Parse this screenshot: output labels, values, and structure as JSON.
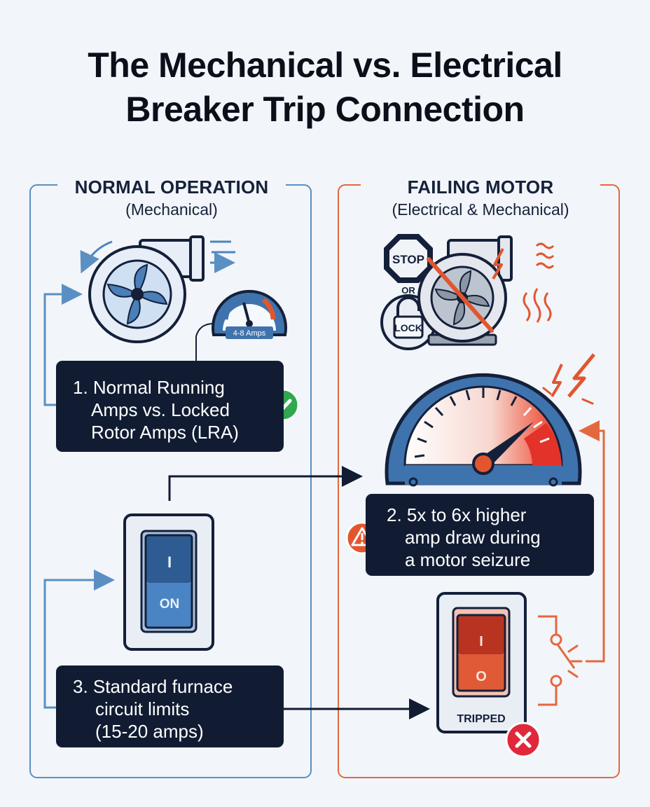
{
  "title": {
    "line1": "The Mechanical vs. Electrical",
    "line2": "Breaker Trip Connection"
  },
  "left_panel": {
    "heading": "NORMAL OPERATION",
    "subheading": "(Mechanical)",
    "gauge_label": "4-8 Amps",
    "switch_top": "I",
    "switch_bottom": "ON",
    "callout1": [
      "1. Normal Running",
      "Amps vs. Locked",
      "Rotor Amps (LRA)"
    ],
    "callout3": [
      "3. Standard furnace",
      "circuit limits",
      "(15-20 amps)"
    ]
  },
  "right_panel": {
    "heading": "FAILING MOTOR",
    "subheading": "(Electrical & Mechanical)",
    "stop_sign": "STOP",
    "or_text": "OR",
    "lock_text": "LOCK",
    "callout2": [
      "2. 5x to 6x higher",
      "amp draw during",
      "a motor seizure"
    ],
    "breaker_top": "I",
    "breaker_bottom": "O",
    "breaker_label": "TRIPPED"
  },
  "colors": {
    "blue_frame": "#5a8fc4",
    "orange_frame": "#e4683e",
    "navy": "#111c33",
    "switch_blue": "#3f73ad",
    "breaker_red": "#d64a2a",
    "check_green": "#2fa84f",
    "warn_orange": "#e2562f",
    "x_red": "#e0283c"
  }
}
